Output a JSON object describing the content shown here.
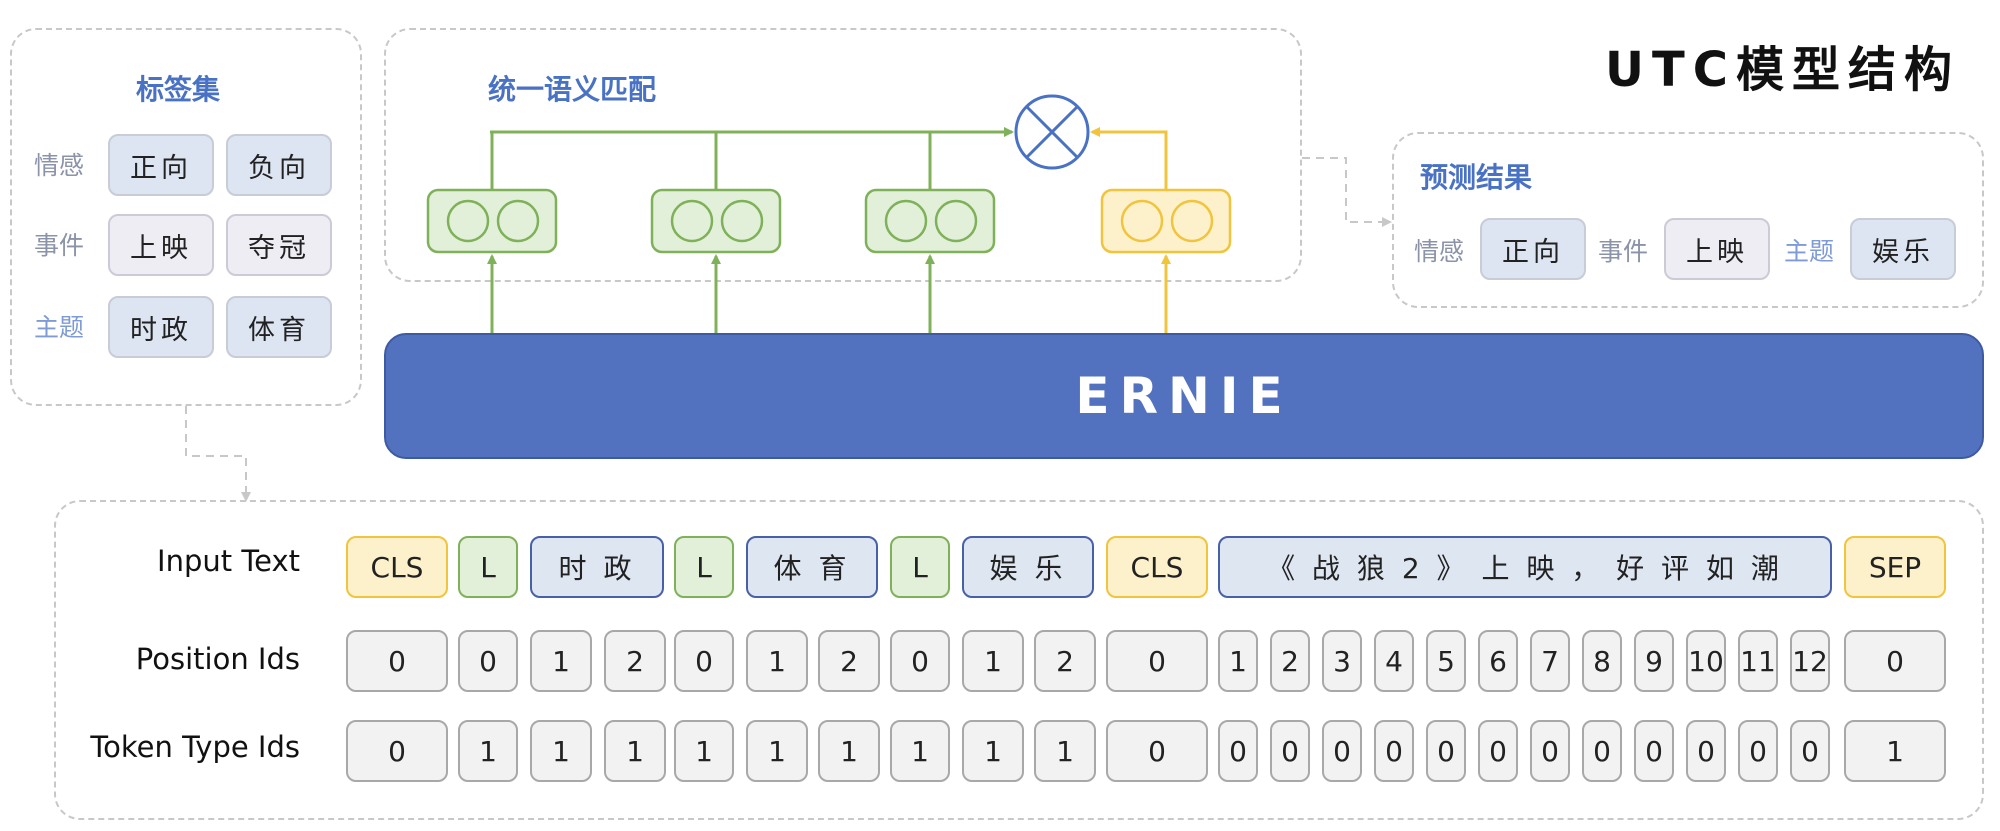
{
  "title": "UTC模型结构",
  "label_set": {
    "title": "标签集",
    "rows": [
      {
        "category": "情感",
        "labels": [
          "正向",
          "负向"
        ]
      },
      {
        "category": "事件",
        "labels": [
          "上映",
          "夺冠"
        ]
      },
      {
        "category": "主题",
        "labels": [
          "时政",
          "体育"
        ]
      }
    ]
  },
  "matching": {
    "title": "统一语义匹配"
  },
  "prediction": {
    "title": "预测结果",
    "items": [
      {
        "category": "情感",
        "label": "正向"
      },
      {
        "category": "事件",
        "label": "上映"
      },
      {
        "category": "主题",
        "label": "娱乐"
      }
    ]
  },
  "model": {
    "name": "ERNIE"
  },
  "input": {
    "rows": [
      "Input Text",
      "Position Ids",
      "Token Type Ids"
    ],
    "text_tokens": [
      "CLS",
      "L",
      "时 政",
      "L",
      "体 育",
      "L",
      "娱 乐",
      "CLS",
      "《 战 狼 2 》 上 映 ， 好 评 如 潮",
      "SEP"
    ],
    "position_ids": [
      "0",
      "0",
      "1",
      "2",
      "0",
      "1",
      "2",
      "0",
      "1",
      "2",
      "0",
      "1",
      "2",
      "3",
      "4",
      "5",
      "6",
      "7",
      "8",
      "9",
      "10",
      "11",
      "12",
      "0"
    ],
    "token_type_ids": [
      "0",
      "1",
      "1",
      "1",
      "1",
      "1",
      "1",
      "1",
      "1",
      "1",
      "0",
      "0",
      "0",
      "0",
      "0",
      "0",
      "0",
      "0",
      "0",
      "0",
      "0",
      "0",
      "0",
      "1"
    ]
  },
  "colors": {
    "accent_blue": "#4a72c4",
    "ernie_blue": "#5272c0",
    "green": "#7fb15a",
    "yellow": "#f0c43d"
  }
}
